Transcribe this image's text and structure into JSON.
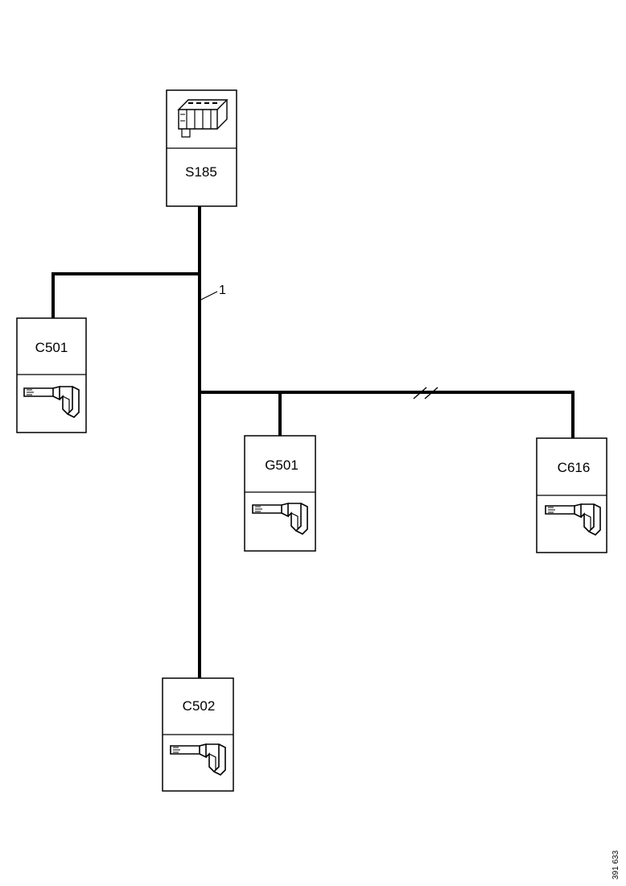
{
  "connectors": {
    "s185": {
      "label": "S185",
      "icon": "relay-block-icon"
    },
    "c501": {
      "label": "C501",
      "icon": "terminal-pin-icon"
    },
    "g501": {
      "label": "G501",
      "icon": "terminal-pin-icon"
    },
    "c616": {
      "label": "C616",
      "icon": "terminal-pin-icon"
    },
    "c502": {
      "label": "C502",
      "icon": "terminal-pin-icon"
    }
  },
  "wire": {
    "label": "1"
  },
  "document_id": "391 633",
  "colors": {
    "line": "#000000",
    "background": "#ffffff"
  }
}
